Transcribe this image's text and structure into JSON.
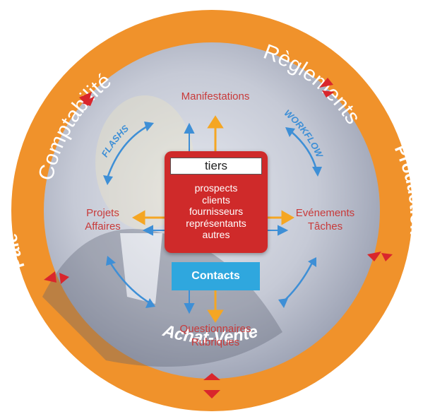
{
  "ring": {
    "segments": [
      {
        "id": "comptabilite",
        "label": "Comptabilité"
      },
      {
        "id": "reglements",
        "label": "Règlements"
      },
      {
        "id": "production",
        "label": "Production"
      },
      {
        "id": "achat_vente",
        "label": "Achat-Vente"
      },
      {
        "id": "paie",
        "label": "Paie"
      }
    ]
  },
  "center": {
    "title": "tiers",
    "items": [
      "prospects",
      "clients",
      "fournisseurs",
      "représentants",
      "autres"
    ],
    "contacts_label": "Contacts"
  },
  "nodes": {
    "manifestations": {
      "lines": [
        "Manifestations"
      ]
    },
    "projets": {
      "lines": [
        "Projets",
        "Affaires"
      ]
    },
    "evenements": {
      "lines": [
        "Evénements",
        "Tâches"
      ]
    },
    "questionnaires": {
      "lines": [
        "Questionnaires",
        "Rubriques"
      ]
    }
  },
  "flows": {
    "flashs": "FLASHS",
    "workflow": "WORKFLOW"
  },
  "colors": {
    "ring": "#f0922b",
    "node_text": "#c83a3a",
    "center_box": "#cf2a2a",
    "contacts": "#2fa7de",
    "blue_arrow": "#3e8fd6",
    "orange_arrow": "#f5a623",
    "red_arrow": "#d9262c"
  }
}
